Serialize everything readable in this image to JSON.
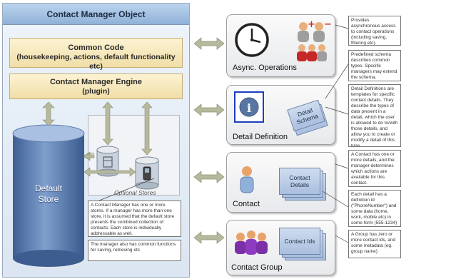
{
  "main_panel": {
    "title": "Contact Manager Object",
    "common_code": {
      "line1": "Common Code",
      "line2": "(housekeeping, actions, default functionality etc)"
    },
    "engine": {
      "line1": "Contact Manager Engine",
      "line2": "(plugin)"
    },
    "default_store": {
      "line1": "Default",
      "line2": "Store"
    },
    "optional_stores_label": "Optional Stores",
    "description_1": "A Contact Manager has one or more stores. If a manager has more than one store, it is assumed that the default store presents the combined collection of contacts. Each store is individually addressable as well.",
    "description_2": "The manager also has common functions for saving, retrieving etc"
  },
  "panels": [
    {
      "label": "Async. Operations",
      "note": "Provides asynchronous access to contact operations (including saving, filtering etc)."
    },
    {
      "label": "Detail Definition",
      "stack_label": "Detail Schema",
      "note_top": "Predefined schema describes common types. Specific managers may extend the schema.",
      "note": "Detail Definitions are templates for specific contact details. They describe the types of data present in a detail, which the user is allowed to do to/with those details, and allow you to create or modify a detail of this type"
    },
    {
      "label": "Contact",
      "stack_label": "Contact Details",
      "note": "A Contact has one or more details, and the manager determines which actions are available for this contact."
    },
    {
      "label": "Contact Group",
      "stack_label": "Contact Ids",
      "note_top": "Each detail has a definition id (\"PhoneNumber\") and some data (home, work, mobile etc) in some form (555-1234)",
      "note": "A Group has zero or more contact ids, and some metadata (eg. group name)"
    }
  ]
}
